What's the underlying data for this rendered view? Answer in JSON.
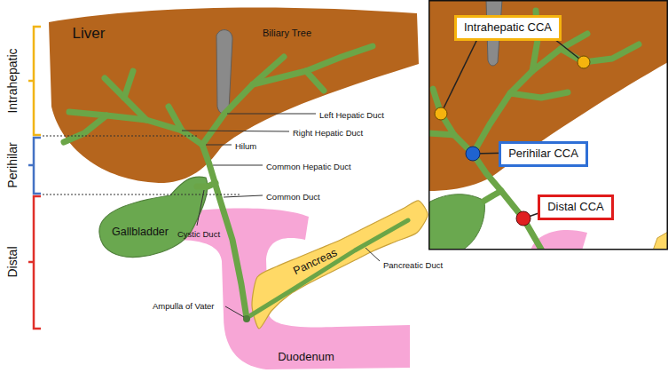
{
  "diagram": {
    "nodes": [
      {
        "text": [
          "Liver"
        ]
      },
      {
        "text": [
          "Gallbladder"
        ]
      },
      {
        "text": [
          "Pancreas"
        ]
      },
      {
        "text": [
          "Duodenum"
        ]
      },
      {
        "text": [
          "Intrahepatic CCA"
        ]
      },
      {
        "text": [
          "Perihilar CCA"
        ]
      },
      {
        "text": [
          "Distal CCA"
        ]
      }
    ],
    "labels": [
      "Intrahepatic",
      "Perihilar",
      "Distal",
      "Biliary Tree",
      "Left Hepatic Duct",
      "Right Hepatic Duct",
      "Hilum",
      "Common Hepatic Duct",
      "Common Duct",
      "Cystic Duct",
      "Pancreatic Duct",
      "Ampulla of Vater"
    ]
  }
}
